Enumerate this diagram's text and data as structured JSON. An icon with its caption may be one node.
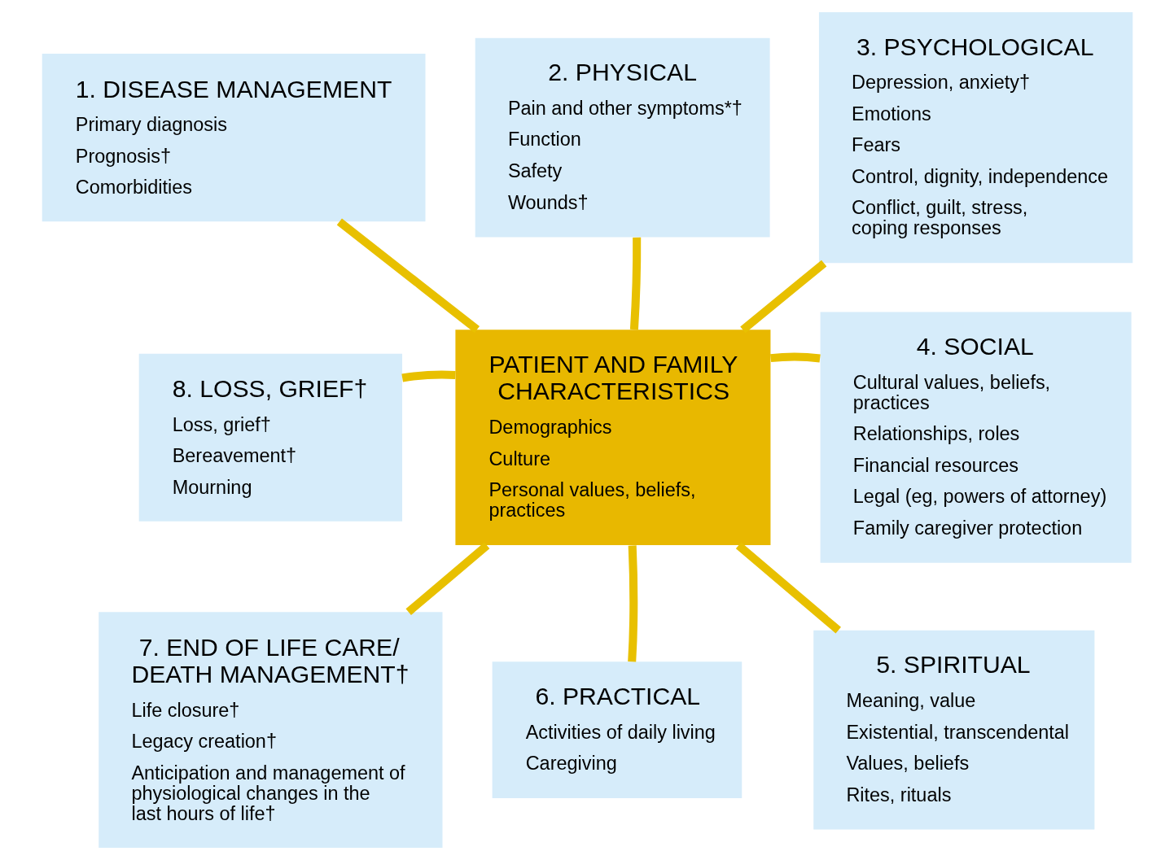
{
  "diagram": {
    "nodes": [
      {
        "text": [
          "1. DISEASE MANAGEMENT",
          "Primary diagnosis",
          "Prognosis†",
          "Comorbidities"
        ]
      },
      {
        "text": [
          "2. PHYSICAL",
          "Pain and other symptoms*†",
          "Function",
          "Safety",
          "Wounds†"
        ]
      },
      {
        "text": [
          "3. PSYCHOLOGICAL",
          "Depression, anxiety†",
          "Emotions",
          "Fears",
          "Control, dignity, independence",
          "Conflict, guilt, stress, coping responses"
        ]
      },
      {
        "text": [
          "8. LOSS, GRIEF†",
          "Loss, grief†",
          "Bereavement†",
          "Mourning"
        ]
      },
      {
        "text": [
          "PATIENT AND FAMILY CHARACTERISTICS",
          "Demographics",
          "Culture",
          "Personal values, beliefs, practices"
        ]
      },
      {
        "text": [
          "4. SOCIAL",
          "Cultural values, beliefs, practices",
          "Relationships, roles",
          "Financial resources",
          "Legal (eg, powers of attorney)",
          "Family caregiver protection"
        ]
      },
      {
        "text": [
          "7. END OF LIFE CARE/ DEATH MANAGEMENT†",
          "Life closure†",
          "Legacy creation†",
          "Anticipation and management of physiological changes in the last hours of life†"
        ]
      },
      {
        "text": [
          "6. PRACTICAL",
          "Activities of daily living",
          "Caregiving"
        ]
      },
      {
        "text": [
          "5. SPIRITUAL",
          "Meaning, value",
          "Existential, transcendental",
          "Values, beliefs",
          "Rites, rituals"
        ]
      }
    ],
    "edges": [
      {
        "from": 4,
        "to": 0,
        "arrow": "none"
      },
      {
        "from": 4,
        "to": 1,
        "arrow": "none"
      },
      {
        "from": 4,
        "to": 2,
        "arrow": "none"
      },
      {
        "from": 4,
        "to": 3,
        "arrow": "none"
      },
      {
        "from": 4,
        "to": 5,
        "arrow": "none"
      },
      {
        "from": 4,
        "to": 6,
        "arrow": "none"
      },
      {
        "from": 4,
        "to": 7,
        "arrow": "none"
      },
      {
        "from": 4,
        "to": 8,
        "arrow": "none"
      }
    ]
  }
}
